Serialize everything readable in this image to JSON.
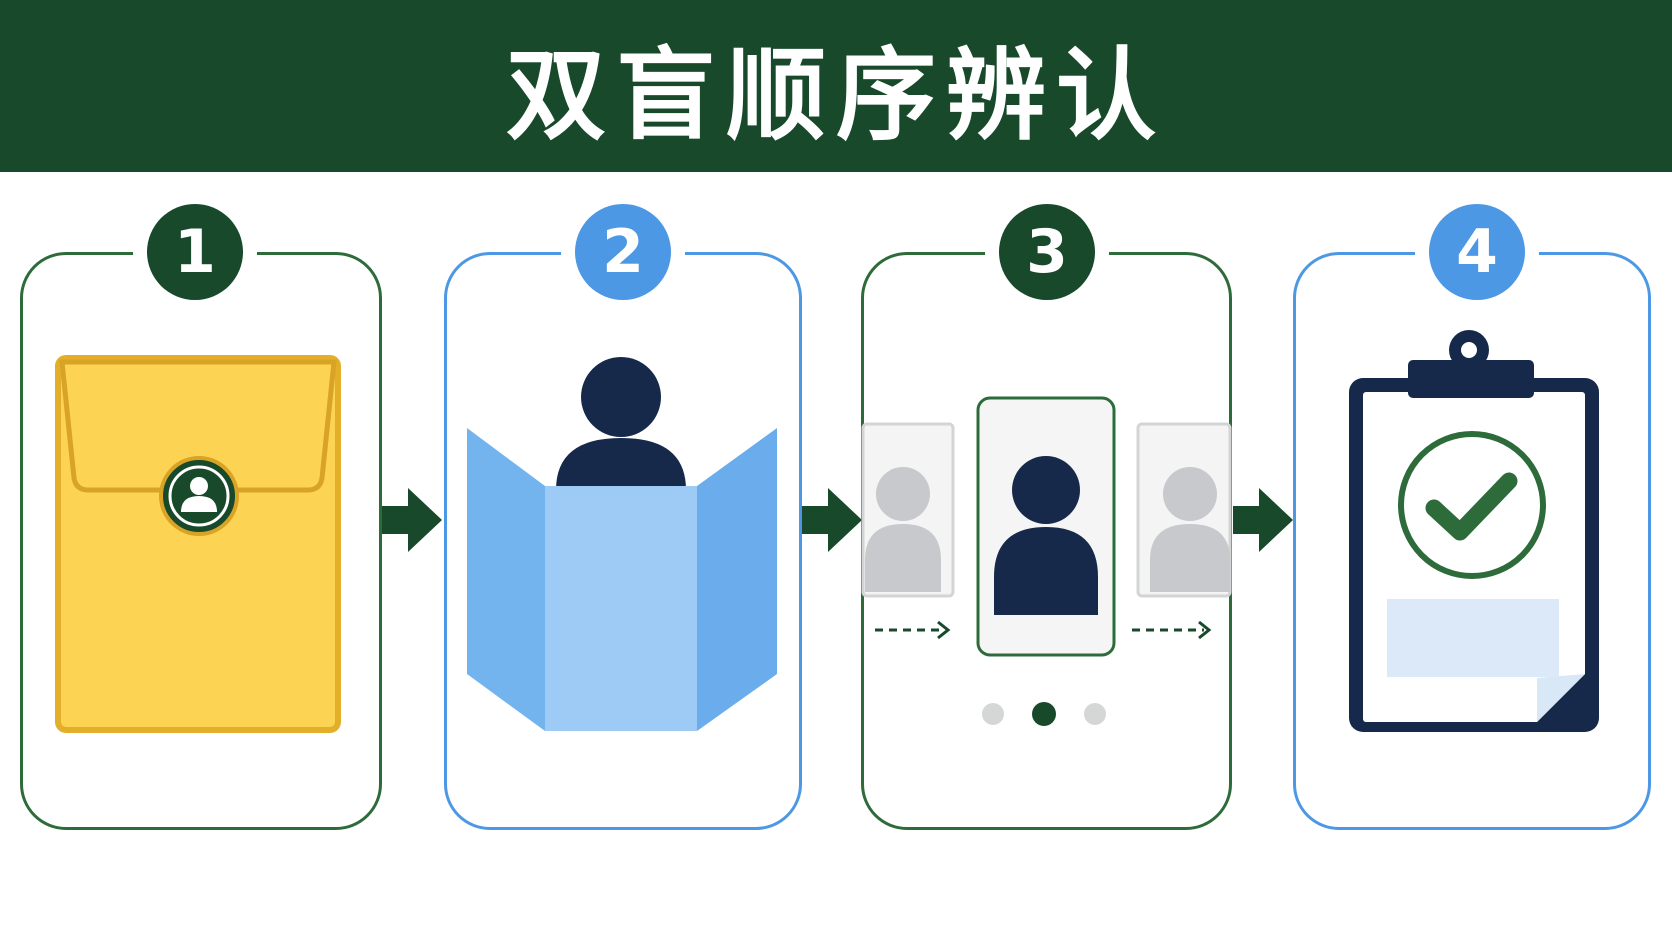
{
  "title": "双盲顺序辨认",
  "steps": [
    {
      "number": "1",
      "icon": "sealed-envelope-icon",
      "color": "#17492a"
    },
    {
      "number": "2",
      "icon": "privacy-screen-icon",
      "color": "#4d98e4"
    },
    {
      "number": "3",
      "icon": "sequential-photo-icon",
      "color": "#17492a"
    },
    {
      "number": "4",
      "icon": "clipboard-check-icon",
      "color": "#4d98e4"
    }
  ],
  "colors": {
    "banner": "#17492a",
    "accent_blue": "#4d98e4",
    "envelope": "#fdd353",
    "navy": "#16294a",
    "gray": "#c7c9cc"
  }
}
